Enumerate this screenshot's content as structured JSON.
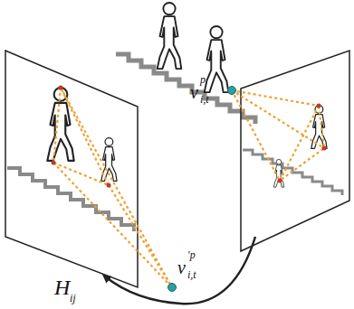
{
  "diagram": {
    "labels": [
      "v",
      "p",
      "i,t",
      "v",
      "′p",
      "i,t",
      "H",
      "ij"
    ]
  }
}
